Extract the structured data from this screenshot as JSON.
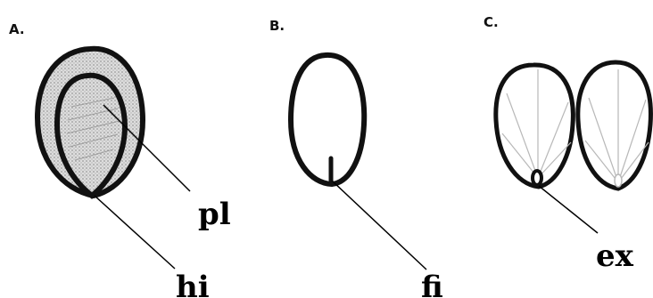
{
  "figure": {
    "panels": [
      {
        "letter": "A."
      },
      {
        "letter": "B."
      },
      {
        "letter": "C."
      }
    ],
    "callouts": [
      {
        "label": "pl"
      },
      {
        "label": "hi"
      },
      {
        "label": "fi"
      },
      {
        "label": "ex"
      }
    ]
  },
  "colors": {
    "outline": "#111111",
    "stipple": "#b5b5b5",
    "venation": "#b8b8b8",
    "background": "#ffffff"
  }
}
